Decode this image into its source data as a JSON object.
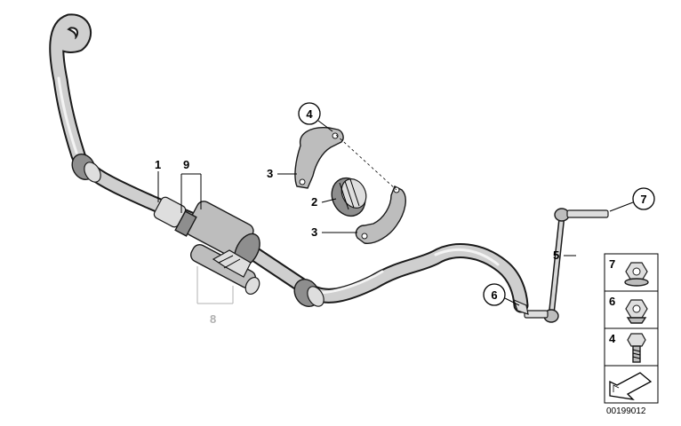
{
  "labels": {
    "stabilizer_bar": "1",
    "rubber_mounting": "2",
    "bracket_upper": "3",
    "bracket_lower": "3",
    "bracket_bolt_callout": "4",
    "link_rod": "5",
    "link_nut_callout": "6",
    "link_top_callout": "7",
    "bracket_group_grey": "8",
    "bracket_group": "9"
  },
  "legend": {
    "items": [
      {
        "number": "7",
        "icon": "flange-nut-icon"
      },
      {
        "number": "6",
        "icon": "collar-nut-icon"
      },
      {
        "number": "4",
        "icon": "hex-bolt-icon"
      }
    ],
    "arrow_icon": "direction-arrow-icon"
  },
  "diagram_code": "00199012",
  "colors": {
    "line": "#000000",
    "part_fill": "#bdbdbd",
    "callout_grey": "#b0b0b0"
  }
}
